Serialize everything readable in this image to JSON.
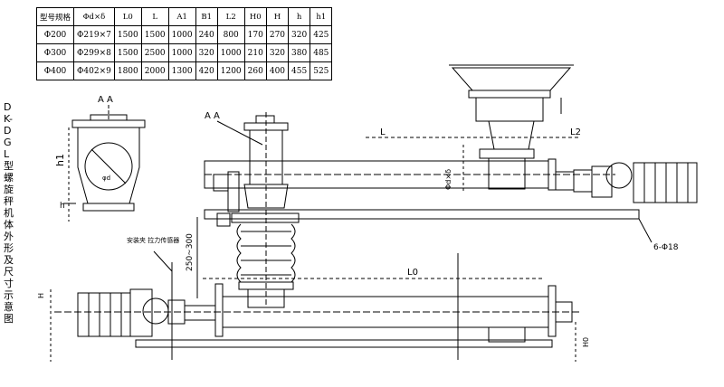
{
  "table": {
    "headers": [
      "型号规格",
      "Φd×δ",
      "L0",
      "L",
      "A1",
      "B1",
      "L2",
      "H0",
      "H",
      "h",
      "h1"
    ],
    "rows": [
      [
        "Φ200",
        "Φ219×7",
        "1500",
        "1500",
        "1000",
        "240",
        "800",
        "170",
        "270",
        "320",
        "425"
      ],
      [
        "Φ300",
        "Φ299×8",
        "1500",
        "2500",
        "1000",
        "320",
        "1000",
        "210",
        "320",
        "380",
        "485"
      ],
      [
        "Φ400",
        "Φ402×9",
        "1800",
        "2000",
        "1300",
        "420",
        "1200",
        "260",
        "400",
        "455",
        "525"
      ]
    ]
  },
  "title_vertical": "DK-DGL型螺旋秤机体外形及尺寸示意图",
  "labels": {
    "section_aa_left": "A  A",
    "section_aa_mid": "A  A",
    "h1": "h1",
    "h": "h",
    "L0": "L0",
    "L": "L",
    "L2": "L2",
    "dim_250_300": "250~300",
    "d_delta": "Φd×δ",
    "bolt_holes": "6-Φ18",
    "phi_d": "φd",
    "H": "H",
    "H0": "H0",
    "callout": "安装夹\n拉力传感器"
  }
}
